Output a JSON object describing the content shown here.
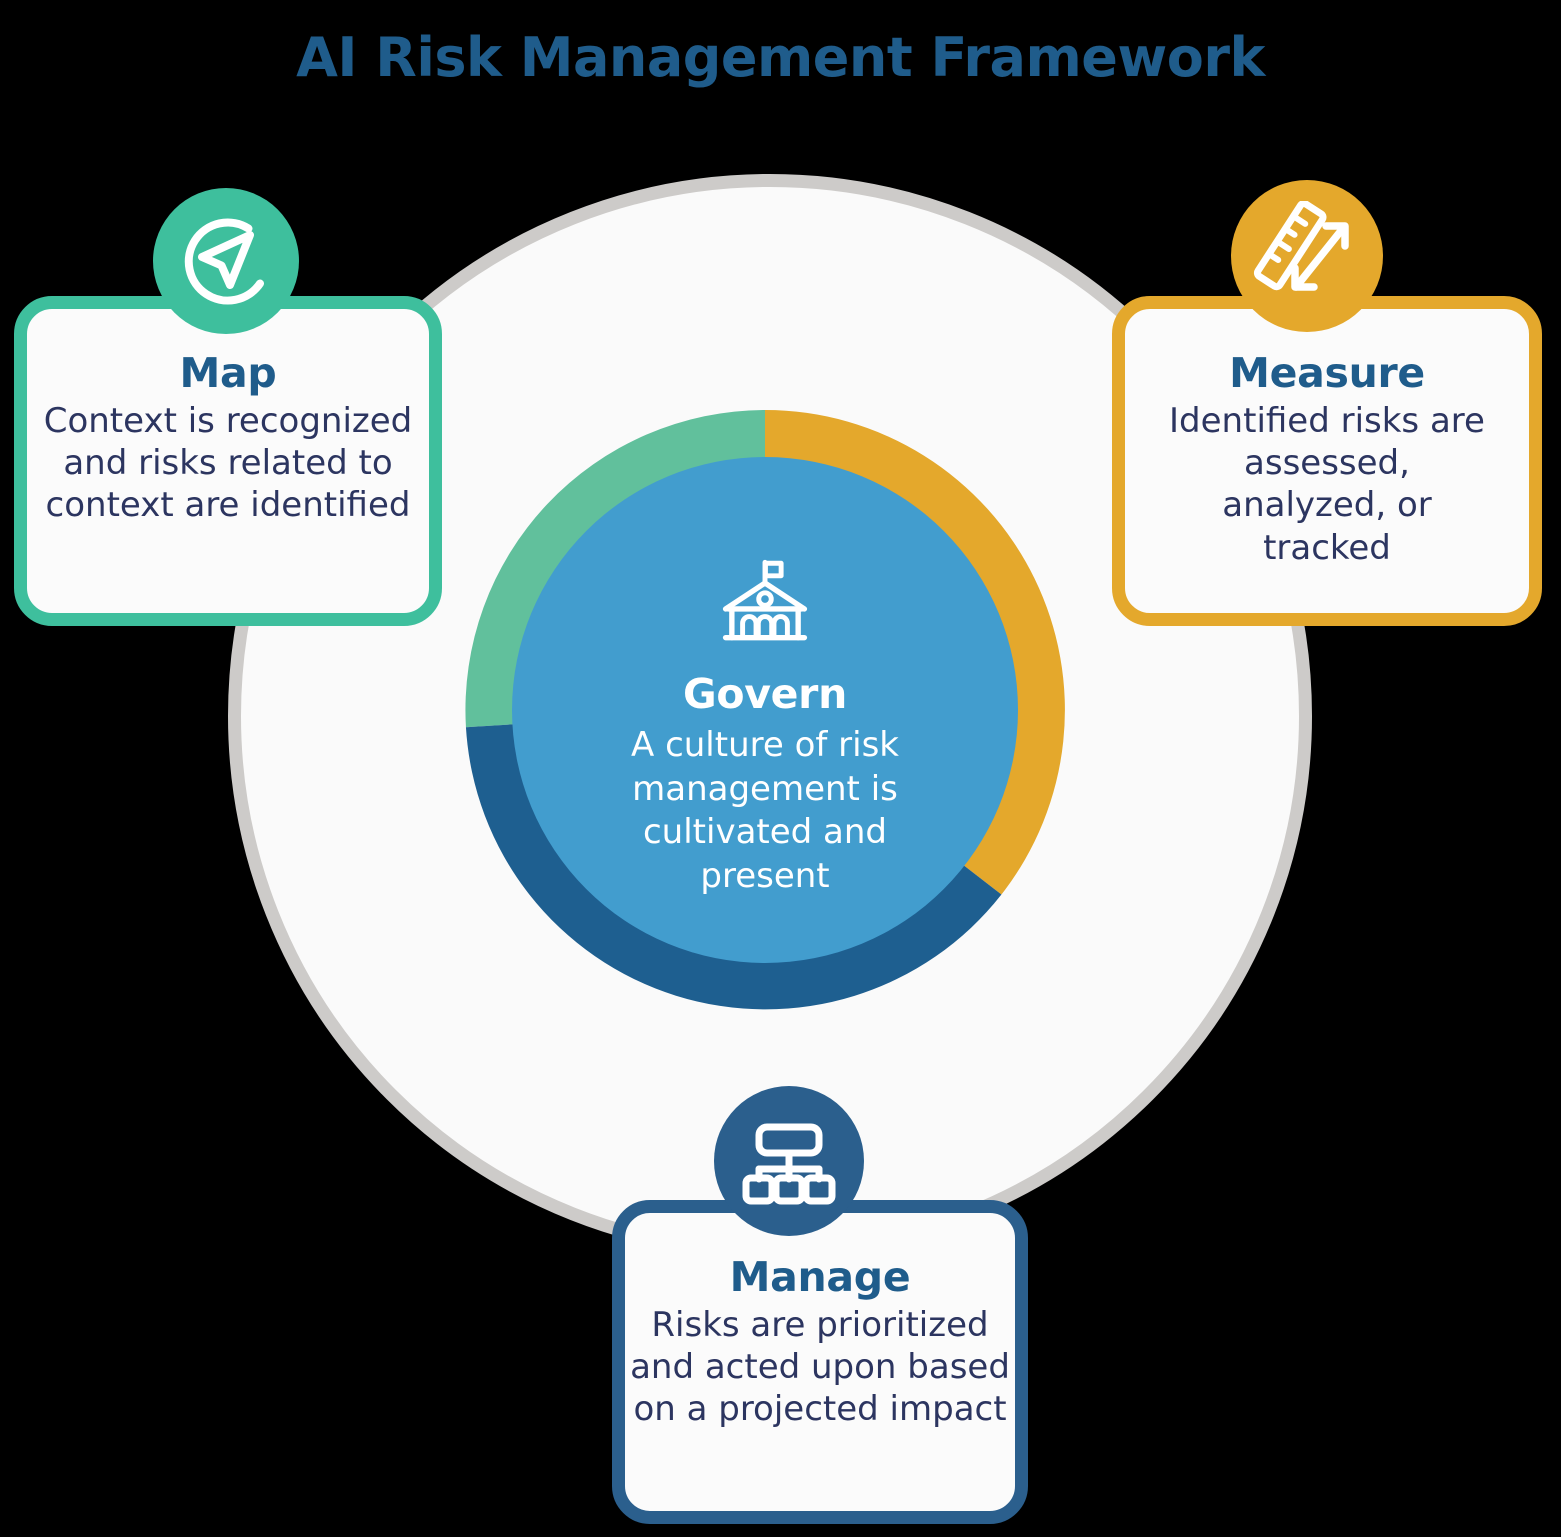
{
  "page": {
    "title": "AI Risk Management Framework",
    "background_color": "#000000"
  },
  "colors": {
    "title_blue": "#1F5C8B",
    "map_teal": "#3EBF9D",
    "measure_amber": "#E4A82C",
    "manage_blue": "#2B5F8D",
    "govern_blue": "#429DCE",
    "outer_ring_grey": "#CDCBC9",
    "outer_fill": "#FAFAFA",
    "body_text_navy": "#2C3560",
    "card_fill": "#FBFBFB"
  },
  "center": {
    "name": "Govern",
    "title": "Govern",
    "description": "A culture of risk management is cultivated and present",
    "icon": "government-building-icon",
    "icon_color": "#FFFFFF",
    "fill_color": "#429DCE"
  },
  "ring": {
    "segments": [
      {
        "name": "Map",
        "color": "#61C09C",
        "start_deg": 0,
        "end_deg": -132
      },
      {
        "name": "Measure",
        "color": "#E4A82C",
        "start_deg": 0,
        "end_deg": 128
      },
      {
        "name": "Manage",
        "color": "#1E5F90",
        "start_deg": 128,
        "end_deg": 228
      }
    ]
  },
  "cards": [
    {
      "id": "map",
      "title": "Map",
      "description": "Context is recognized and risks related to context are identified",
      "icon": "navigation-arrow-icon",
      "accent_color": "#3EBF9D"
    },
    {
      "id": "measure",
      "title": "Measure",
      "description": "Identified risks are assessed, analyzed, or tracked",
      "icon": "ruler-arrow-icon",
      "accent_color": "#E4A82C"
    },
    {
      "id": "manage",
      "title": "Manage",
      "description": "Risks are prioritized and acted upon based on a projected impact",
      "icon": "org-chart-icon",
      "accent_color": "#2B5F8D"
    }
  ]
}
